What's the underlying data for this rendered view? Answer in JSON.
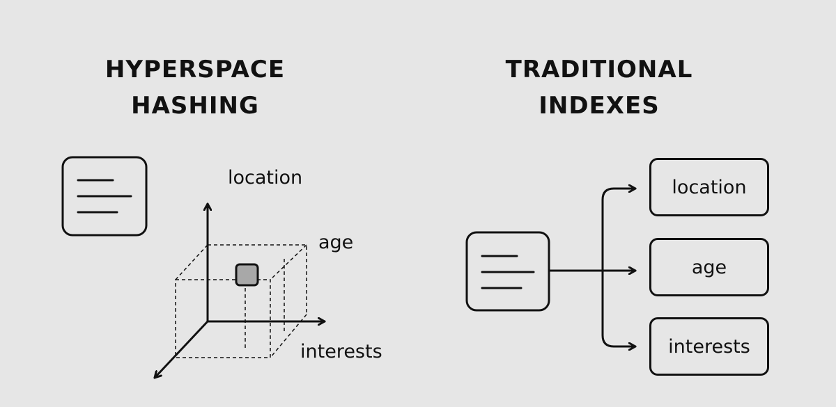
{
  "left": {
    "title_line1": "HYPERSPACE",
    "title_line2": "HASHING",
    "axes": {
      "location": "location",
      "age": "age",
      "interests": "interests"
    },
    "document_icon": "document-icon"
  },
  "right": {
    "title_line1": "TRADITIONAL",
    "title_line2": "INDEXES",
    "indexes": [
      "location",
      "age",
      "interests"
    ],
    "document_icon": "document-icon"
  },
  "colors": {
    "background": "#e6e6e6",
    "ink": "#111111",
    "highlight_cell": "#a8a8a8"
  }
}
